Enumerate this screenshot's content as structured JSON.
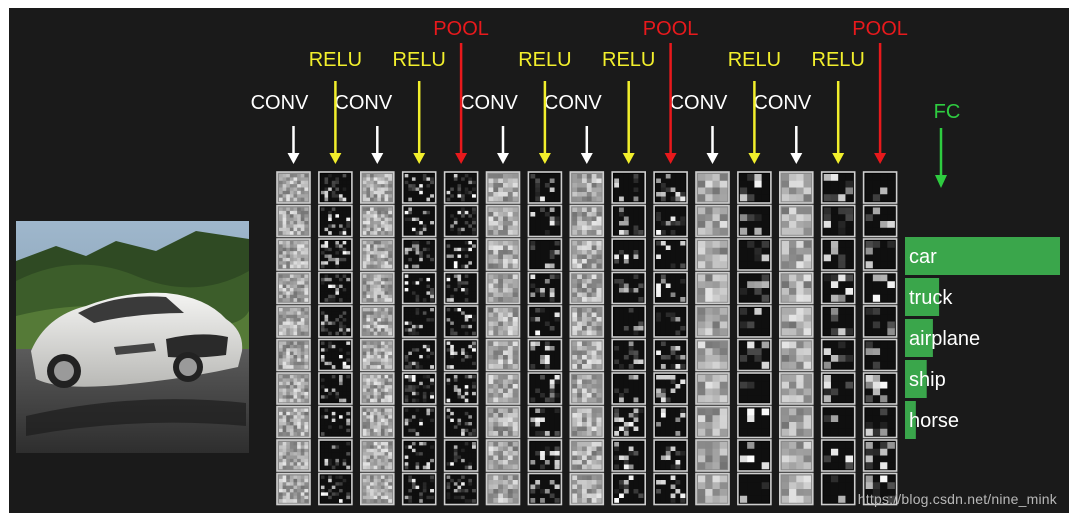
{
  "colors": {
    "background": "#1a1a1a",
    "conv": "#ffffff",
    "relu": "#f2ef2c",
    "pool": "#e8191c",
    "fc": "#2ecc40",
    "bar": "#3aa64b",
    "frame": "#cfcfcf"
  },
  "input_image": {
    "icon": "car-photo"
  },
  "layers": [
    {
      "type": "conv",
      "label": "CONV"
    },
    {
      "type": "relu",
      "label": "RELU"
    },
    {
      "type": "conv",
      "label": "CONV"
    },
    {
      "type": "relu",
      "label": "RELU"
    },
    {
      "type": "pool",
      "label": "POOL"
    },
    {
      "type": "conv",
      "label": "CONV"
    },
    {
      "type": "relu",
      "label": "RELU"
    },
    {
      "type": "conv",
      "label": "CONV"
    },
    {
      "type": "relu",
      "label": "RELU"
    },
    {
      "type": "pool",
      "label": "POOL"
    },
    {
      "type": "conv",
      "label": "CONV"
    },
    {
      "type": "relu",
      "label": "RELU"
    },
    {
      "type": "conv",
      "label": "CONV"
    },
    {
      "type": "relu",
      "label": "RELU"
    },
    {
      "type": "pool",
      "label": "POOL"
    }
  ],
  "feature_maps_per_column": 10,
  "fc": {
    "label": "FC"
  },
  "predictions": [
    {
      "label": "car",
      "score": 1.0
    },
    {
      "label": "truck",
      "score": 0.22
    },
    {
      "label": "airplane",
      "score": 0.18
    },
    {
      "label": "ship",
      "score": 0.14
    },
    {
      "label": "horse",
      "score": 0.07
    }
  ],
  "watermark": "https://blog.csdn.net/nine_mink"
}
